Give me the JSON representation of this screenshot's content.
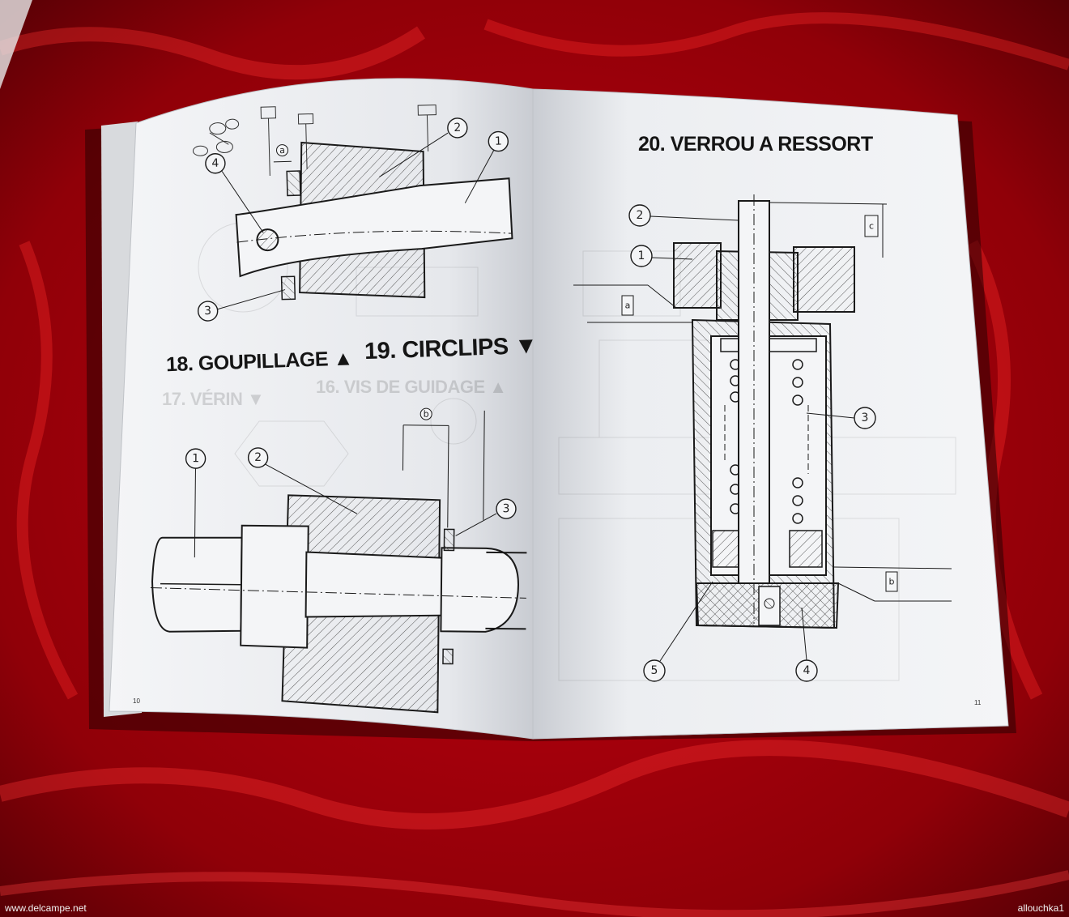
{
  "left_page": {
    "fig18_title": "18. GOUPILLAGE ▲",
    "fig19_title": "19. CIRCLIPS ▼",
    "bleed_titles": [
      "16. VIS DE GUIDAGE ▲",
      "17. VÉRIN ▼"
    ],
    "callouts_top": [
      "1",
      "2",
      "3",
      "4"
    ],
    "callouts_bottom": [
      "1",
      "2",
      "3"
    ],
    "dim_letters": [
      "a",
      "b"
    ],
    "page_number": "10"
  },
  "right_page": {
    "fig20_title": "20. VERROU A RESSORT",
    "callouts": [
      "1",
      "2",
      "3",
      "4",
      "5"
    ],
    "dim_letters": [
      "a",
      "b",
      "c"
    ],
    "page_number": "11"
  },
  "watermarks": {
    "left": "www.delcampe.net",
    "right": "allouchka1"
  },
  "colors": {
    "background": "#b0000a",
    "paper": "#f4f5f7",
    "ink": "#1a1a1a"
  }
}
